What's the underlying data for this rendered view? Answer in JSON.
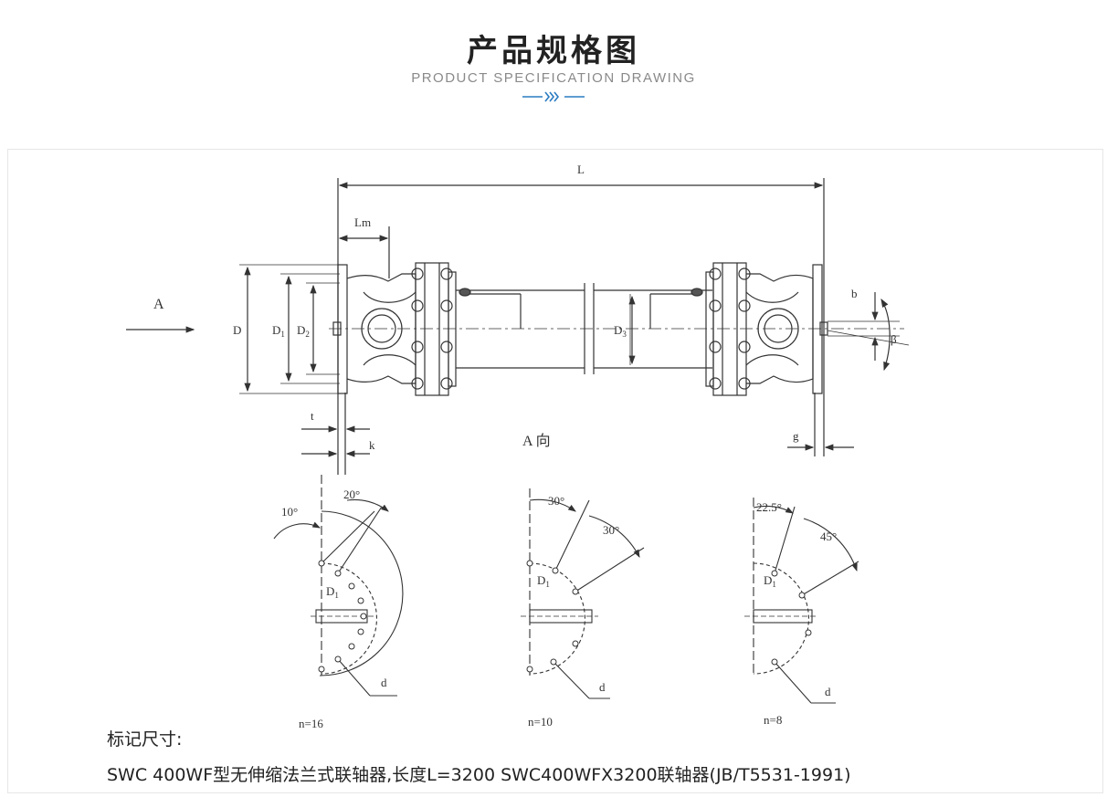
{
  "header": {
    "title": "产品规格图",
    "subtitle": "PRODUCT SPECIFICATION DRAWING",
    "accent_color": "#2a7bc0"
  },
  "drawing": {
    "dim_L": "L",
    "dim_Lm": "Lm",
    "dim_D": "D",
    "dim_D1": "D",
    "dim_D1_sub": "1",
    "dim_D2": "D",
    "dim_D2_sub": "2",
    "dim_D3": "D",
    "dim_D3_sub": "3",
    "dim_t": "t",
    "dim_k": "k",
    "dim_g": "g",
    "dim_b": "b",
    "dim_beta": "β",
    "arrow_A": "A",
    "view_A": "A    向",
    "view1": {
      "angle1": "10°",
      "angle2": "20°",
      "d_label": "D",
      "d_sub": "1",
      "bolt": "d",
      "n": "n=16"
    },
    "view2": {
      "angle1": "30°",
      "angle2": "30°",
      "d_label": "D",
      "d_sub": "1",
      "bolt": "d",
      "n": "n=10"
    },
    "view3": {
      "angle1": "22.5°",
      "angle2": "45°",
      "d_label": "D",
      "d_sub": "1",
      "bolt": "d",
      "n": "n=8"
    }
  },
  "spec": {
    "label": "标记尺寸:",
    "description": "SWC  400WF型无伸缩法兰式联轴器,长度L=3200    SWC400WFX3200联轴器(JB/T5531-1991)"
  }
}
